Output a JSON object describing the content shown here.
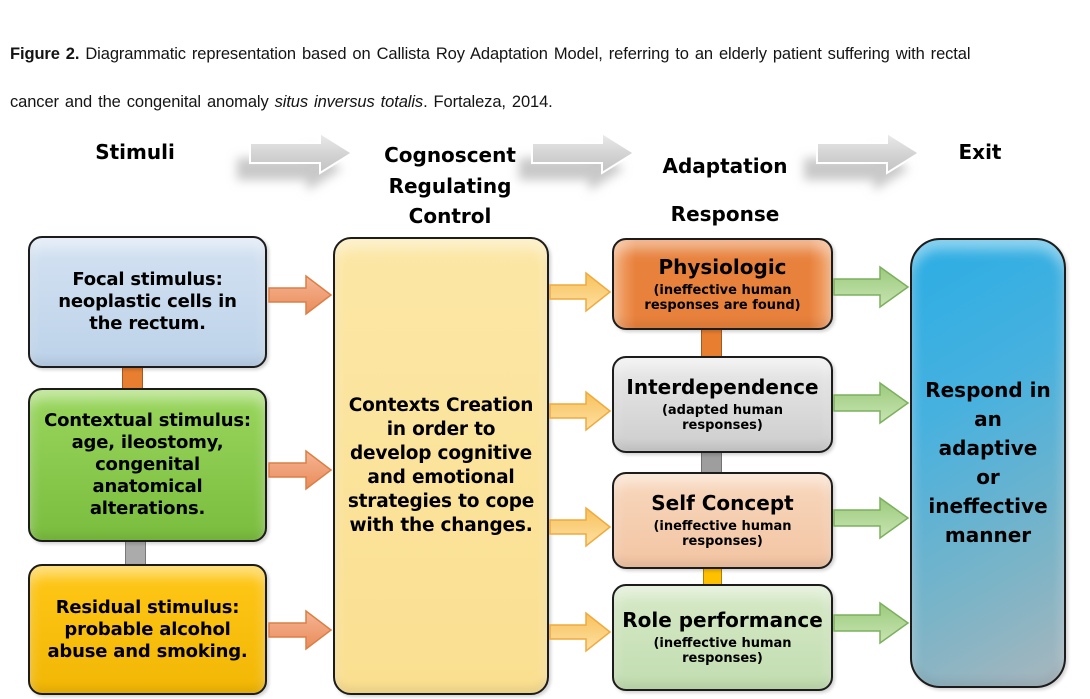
{
  "caption": {
    "line1_bold": "Figure 2.",
    "line1_rest": " Diagrammatic representation based on Callista Roy Adaptation Model, referring to an elderly patient suffering with rectal",
    "line2_start": "cancer and the congenital anomaly ",
    "line2_italic": "situs inversus totalis",
    "line2_end": ". Fortaleza, 2014."
  },
  "headers": {
    "stimuli": "Stimuli",
    "control_lines": [
      "Cognoscent",
      "Regulating",
      "Control"
    ],
    "adaptation_lines": [
      "Adaptation",
      "Response"
    ],
    "exit": "Exit"
  },
  "stimuli_boxes": [
    {
      "lines": [
        "Focal stimulus:",
        "neoplastic cells in",
        "the rectum."
      ],
      "fill": "#c3d6ec"
    },
    {
      "lines": [
        "Contextual stimulus:",
        "age, ileostomy,",
        "congenital",
        "anatomical",
        "alterations."
      ],
      "fill": "#8ccf52"
    },
    {
      "lines": [
        "Residual stimulus:",
        "probable alcohol",
        "abuse and smoking."
      ],
      "fill": "#fcc00d"
    }
  ],
  "control_box": {
    "lines": [
      "Contexts Creation",
      "in order to",
      "develop cognitive",
      "and emotional",
      "strategies to cope",
      "with the changes."
    ],
    "fill": "#fbe39c"
  },
  "response_boxes": [
    {
      "title": "Physiologic",
      "sub_lines": [
        "(ineffective human",
        "responses are found)"
      ],
      "fill": "#e8813c"
    },
    {
      "title": "Interdependence",
      "sub_lines": [
        "(adapted human",
        "responses)"
      ],
      "fill": "#d9d9d9"
    },
    {
      "title": "Self Concept",
      "sub_lines": [
        "(ineffective human",
        "responses)"
      ],
      "fill": "#f5cdab"
    },
    {
      "title": "Role performance",
      "sub_lines": [
        "(ineffective human",
        "responses)"
      ],
      "fill": "#cce3ba"
    }
  ],
  "exit_box": {
    "lines": [
      "Respond in",
      "an",
      "adaptive",
      "or",
      "ineffective",
      "manner"
    ],
    "fill_top": "#31ade4",
    "fill_bottom": "#a9b6bd"
  },
  "colors": {
    "stimulus_arrow": "#efa07c",
    "control_arrow": "#fbca6e",
    "response_arrow": "#a9d08e",
    "header_arrow": "#d2d2d2",
    "connector_orange": "#e87e2f",
    "connector_gray": "#a6a6a6",
    "connector_gold": "#ffc000"
  }
}
